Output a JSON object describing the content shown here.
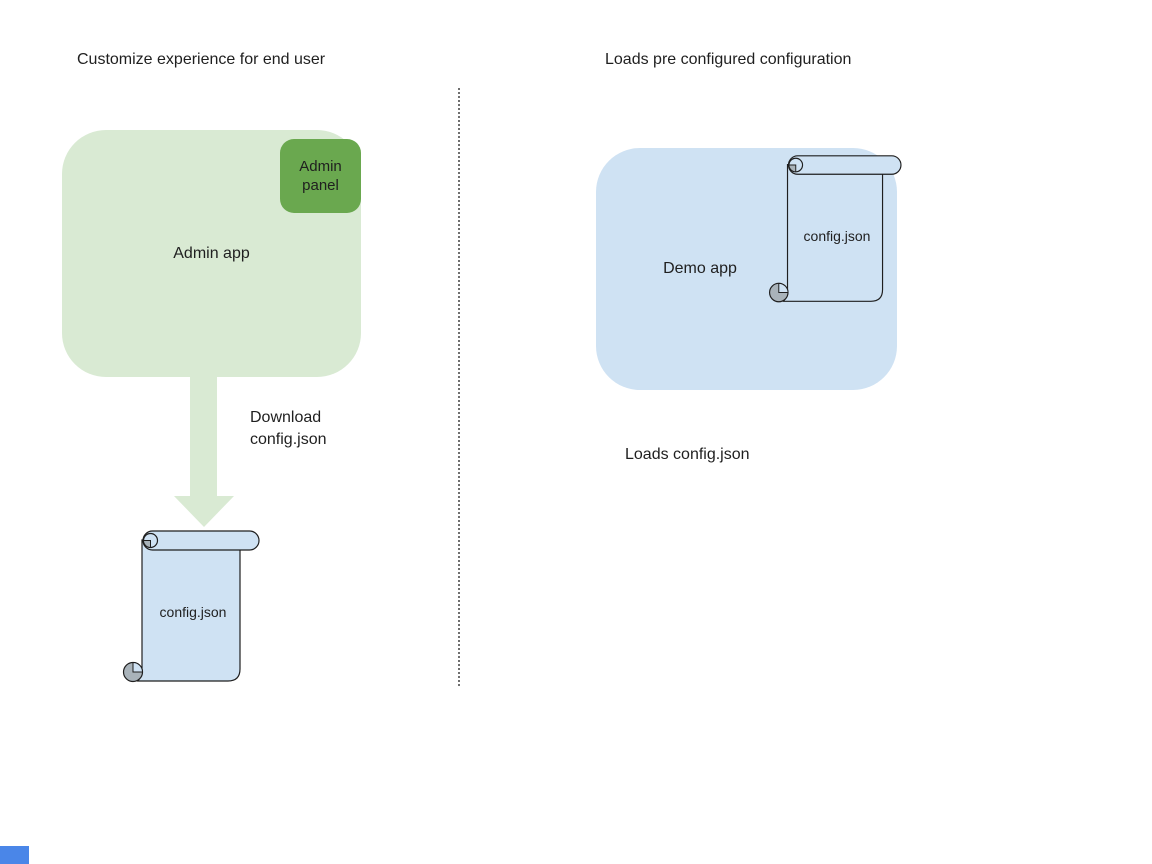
{
  "left_section": {
    "title": "Customize experience for end user",
    "admin_app_label": "Admin app",
    "admin_panel_label": "Admin panel",
    "arrow_caption": "Download config.json",
    "scroll_label": "config.json"
  },
  "right_section": {
    "title": "Loads pre configured configuration",
    "demo_app_label": "Demo app",
    "scroll_label": "config.json",
    "caption": "Loads config.json"
  },
  "icons": {
    "download_arrow": "down-arrow-icon",
    "config_file": "scroll-document-icon"
  },
  "colors": {
    "admin_app_fill": "#d9ead3",
    "admin_panel_fill": "#6aa84f",
    "arrow_fill": "#d9ead3",
    "demo_app_fill": "#cfe2f3",
    "scroll_fill": "#cfe2f3",
    "scroll_curl_gray": "#a9b3ba",
    "outline": "#1f1f1f",
    "divider_dotted": "#6f6f6f",
    "corner_artifact_blue": "#4a86e8"
  }
}
